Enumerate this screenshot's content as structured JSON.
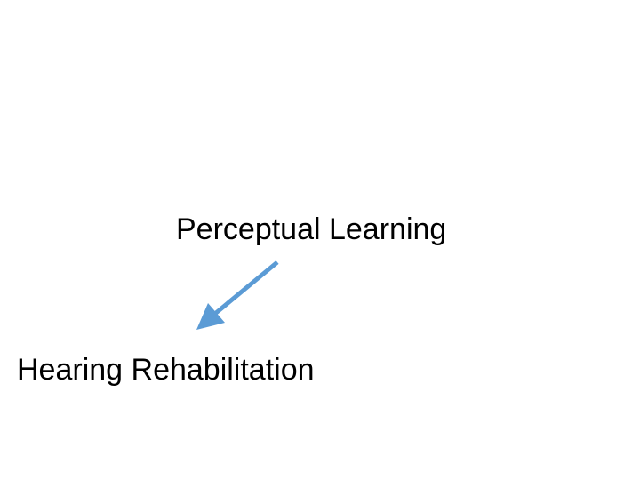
{
  "nodes": {
    "source": "Perceptual Learning",
    "target": "Hearing Rehabilitation"
  },
  "arrow": {
    "color": "#5b9bd5",
    "from": "source",
    "to": "target"
  }
}
